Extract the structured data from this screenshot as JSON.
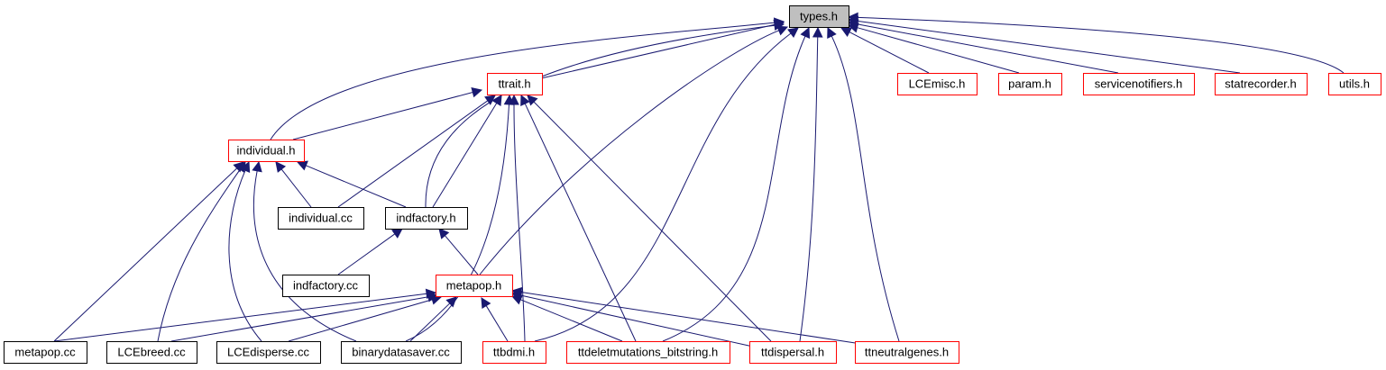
{
  "diagram": {
    "colors": {
      "edge": "#191970",
      "focus_fill": "#bfbfbf",
      "focus_border": "#000000",
      "linked_border": "#ff0000",
      "plain_border": "#000000",
      "node_fill": "#ffffff"
    },
    "nodes": [
      {
        "id": "types_h",
        "label": "types.h",
        "style": "focus"
      },
      {
        "id": "ttrait_h",
        "label": "ttrait.h",
        "style": "linked"
      },
      {
        "id": "lcemisc_h",
        "label": "LCEmisc.h",
        "style": "linked"
      },
      {
        "id": "param_h",
        "label": "param.h",
        "style": "linked"
      },
      {
        "id": "servicenotifiers_h",
        "label": "servicenotifiers.h",
        "style": "linked"
      },
      {
        "id": "statrecorder_h",
        "label": "statrecorder.h",
        "style": "linked"
      },
      {
        "id": "utils_h",
        "label": "utils.h",
        "style": "linked"
      },
      {
        "id": "individual_h",
        "label": "individual.h",
        "style": "linked"
      },
      {
        "id": "individual_cc",
        "label": "individual.cc",
        "style": "plain"
      },
      {
        "id": "indfactory_h",
        "label": "indfactory.h",
        "style": "plain"
      },
      {
        "id": "indfactory_cc",
        "label": "indfactory.cc",
        "style": "plain"
      },
      {
        "id": "metapop_h",
        "label": "metapop.h",
        "style": "linked"
      },
      {
        "id": "metapop_cc",
        "label": "metapop.cc",
        "style": "plain"
      },
      {
        "id": "lcebreed_cc",
        "label": "LCEbreed.cc",
        "style": "plain"
      },
      {
        "id": "lcedisperse_cc",
        "label": "LCEdisperse.cc",
        "style": "plain"
      },
      {
        "id": "binarydatasaver_cc",
        "label": "binarydatasaver.cc",
        "style": "plain"
      },
      {
        "id": "ttbdmi_h",
        "label": "ttbdmi.h",
        "style": "linked"
      },
      {
        "id": "ttdeletmutations_h",
        "label": "ttdeletmutations_bitstring.h",
        "style": "linked"
      },
      {
        "id": "ttdispersal_h",
        "label": "ttdispersal.h",
        "style": "linked"
      },
      {
        "id": "ttneutralgenes_h",
        "label": "ttneutralgenes.h",
        "style": "linked"
      }
    ],
    "edges": [
      {
        "from": "individual_h",
        "to": "types_h"
      },
      {
        "from": "ttrait_h",
        "to": "types_h"
      },
      {
        "from": "indfactory_h",
        "to": "types_h"
      },
      {
        "from": "metapop_h",
        "to": "types_h"
      },
      {
        "from": "ttbdmi_h",
        "to": "types_h"
      },
      {
        "from": "ttdeletmutations_h",
        "to": "types_h"
      },
      {
        "from": "ttdispersal_h",
        "to": "types_h"
      },
      {
        "from": "ttneutralgenes_h",
        "to": "types_h"
      },
      {
        "from": "lcemisc_h",
        "to": "types_h"
      },
      {
        "from": "param_h",
        "to": "types_h"
      },
      {
        "from": "servicenotifiers_h",
        "to": "types_h"
      },
      {
        "from": "statrecorder_h",
        "to": "types_h"
      },
      {
        "from": "utils_h",
        "to": "types_h"
      },
      {
        "from": "individual_h",
        "to": "ttrait_h"
      },
      {
        "from": "individual_cc",
        "to": "ttrait_h"
      },
      {
        "from": "indfactory_h",
        "to": "ttrait_h"
      },
      {
        "from": "binarydatasaver_cc",
        "to": "ttrait_h"
      },
      {
        "from": "ttbdmi_h",
        "to": "ttrait_h"
      },
      {
        "from": "ttdeletmutations_h",
        "to": "ttrait_h"
      },
      {
        "from": "ttdispersal_h",
        "to": "ttrait_h"
      },
      {
        "from": "individual_cc",
        "to": "individual_h"
      },
      {
        "from": "indfactory_h",
        "to": "individual_h"
      },
      {
        "from": "metapop_cc",
        "to": "individual_h"
      },
      {
        "from": "lcebreed_cc",
        "to": "individual_h"
      },
      {
        "from": "lcedisperse_cc",
        "to": "individual_h"
      },
      {
        "from": "binarydatasaver_cc",
        "to": "individual_h"
      },
      {
        "from": "indfactory_cc",
        "to": "indfactory_h"
      },
      {
        "from": "metapop_h",
        "to": "indfactory_h"
      },
      {
        "from": "metapop_cc",
        "to": "metapop_h"
      },
      {
        "from": "lcebreed_cc",
        "to": "metapop_h"
      },
      {
        "from": "lcedisperse_cc",
        "to": "metapop_h"
      },
      {
        "from": "binarydatasaver_cc",
        "to": "metapop_h"
      },
      {
        "from": "ttbdmi_h",
        "to": "metapop_h"
      },
      {
        "from": "ttdeletmutations_h",
        "to": "metapop_h"
      },
      {
        "from": "ttdispersal_h",
        "to": "metapop_h"
      },
      {
        "from": "ttneutralgenes_h",
        "to": "metapop_h"
      }
    ]
  }
}
